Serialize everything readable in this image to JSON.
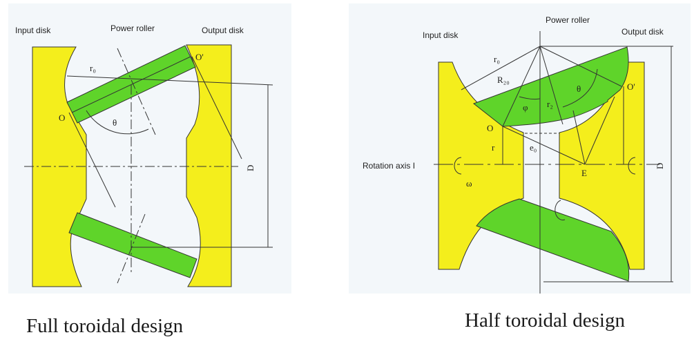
{
  "full": {
    "caption": "Full toroidal design",
    "labels": {
      "input_disk": "Input disk",
      "power_roller": "Power roller",
      "output_disk": "Output disk"
    },
    "symbols": {
      "r": "r₀",
      "o": "O",
      "o_prime": "O'",
      "theta": "θ",
      "d": "D"
    }
  },
  "half": {
    "caption": "Half toroidal design",
    "labels": {
      "input_disk": "Input disk",
      "power_roller": "Power roller",
      "output_disk": "Output disk",
      "rotation_axis": "Rotation axis I"
    },
    "symbols": {
      "r0": "r₀",
      "r20": "R₂₀",
      "phi": "φ",
      "r2": "r₂",
      "theta": "θ",
      "o": "O",
      "o_prime": "O'",
      "r": "r",
      "e0": "e₀",
      "e": "E",
      "d": "D",
      "omega": "ω"
    }
  },
  "colors": {
    "disk": "#f4ee1c",
    "roller": "#5fd42a",
    "background": "#f3f7fa"
  }
}
